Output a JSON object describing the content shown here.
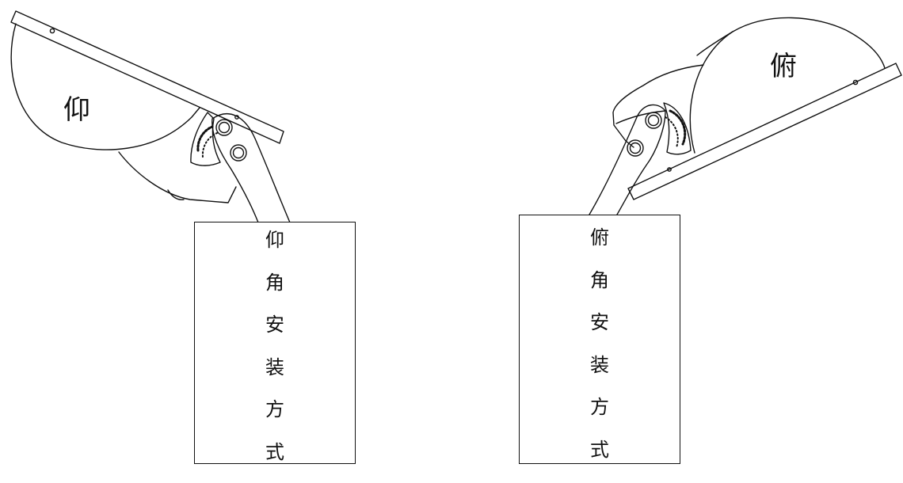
{
  "left_assembly": {
    "lamp_label": "仰",
    "post_label_chars": [
      "仰",
      "角",
      "安",
      "装",
      "方",
      "式"
    ]
  },
  "right_assembly": {
    "lamp_label": "俯",
    "post_label_chars": [
      "俯",
      "角",
      "安",
      "装",
      "方",
      "式"
    ]
  },
  "colors": {
    "line": "#111111",
    "background": "#ffffff"
  }
}
